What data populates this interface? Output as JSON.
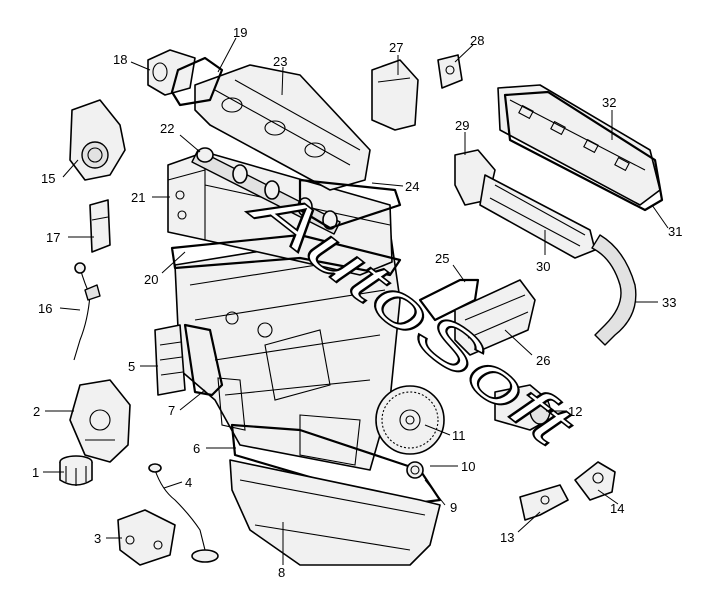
{
  "diagram": {
    "watermark": "AutoSoft",
    "callouts": [
      "1",
      "2",
      "3",
      "4",
      "5",
      "6",
      "7",
      "8",
      "9",
      "10",
      "11",
      "12",
      "13",
      "14",
      "15",
      "16",
      "17",
      "18",
      "19",
      "20",
      "21",
      "22",
      "23",
      "24",
      "25",
      "26",
      "27",
      "28",
      "29",
      "30",
      "31",
      "32",
      "33"
    ]
  }
}
